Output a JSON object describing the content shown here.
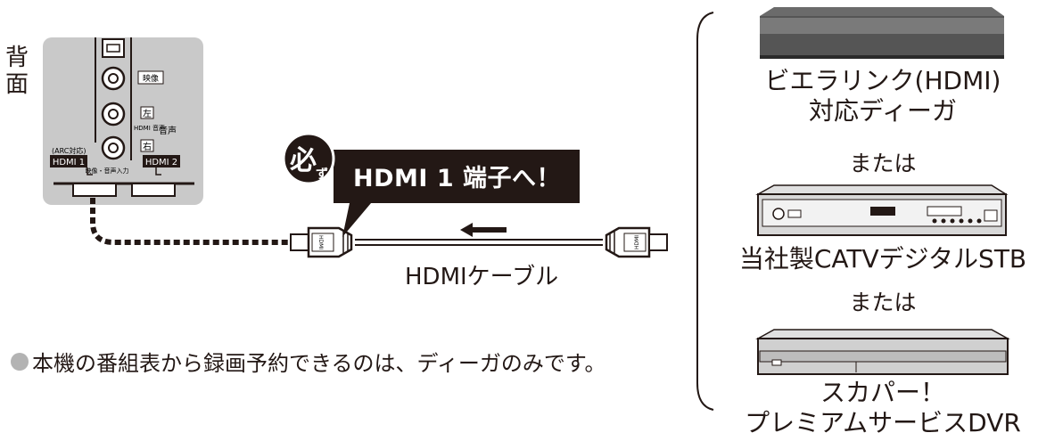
{
  "tv_panel": {
    "back_label": "背面",
    "video_label": "映像",
    "left_label": "左",
    "right_label": "右",
    "audio_label": "音声",
    "hdmi_audio_label": "HDMI 音声",
    "arc_label": "(ARC対応)",
    "hdmi1_label": "HDMI 1",
    "hdmi2_label": "HDMI 2",
    "input_label": "映像・音声入力"
  },
  "callout": {
    "badge_main": "必",
    "badge_sub": "ず",
    "text": "HDMI 1 端子へ！"
  },
  "cable_label": "HDMIケーブル",
  "note": "本機の番組表から録画予約できるのは、ディーガのみです。",
  "devices": [
    {
      "label_line1": "ビエラリンク(HDMI)",
      "label_line2": "対応ディーガ"
    },
    {
      "label_line1": "当社製CATVデジタルSTB"
    },
    {
      "label_line1": "スカパー！",
      "label_line2": "プレミアムサービスDVR"
    }
  ],
  "or_text": "または"
}
